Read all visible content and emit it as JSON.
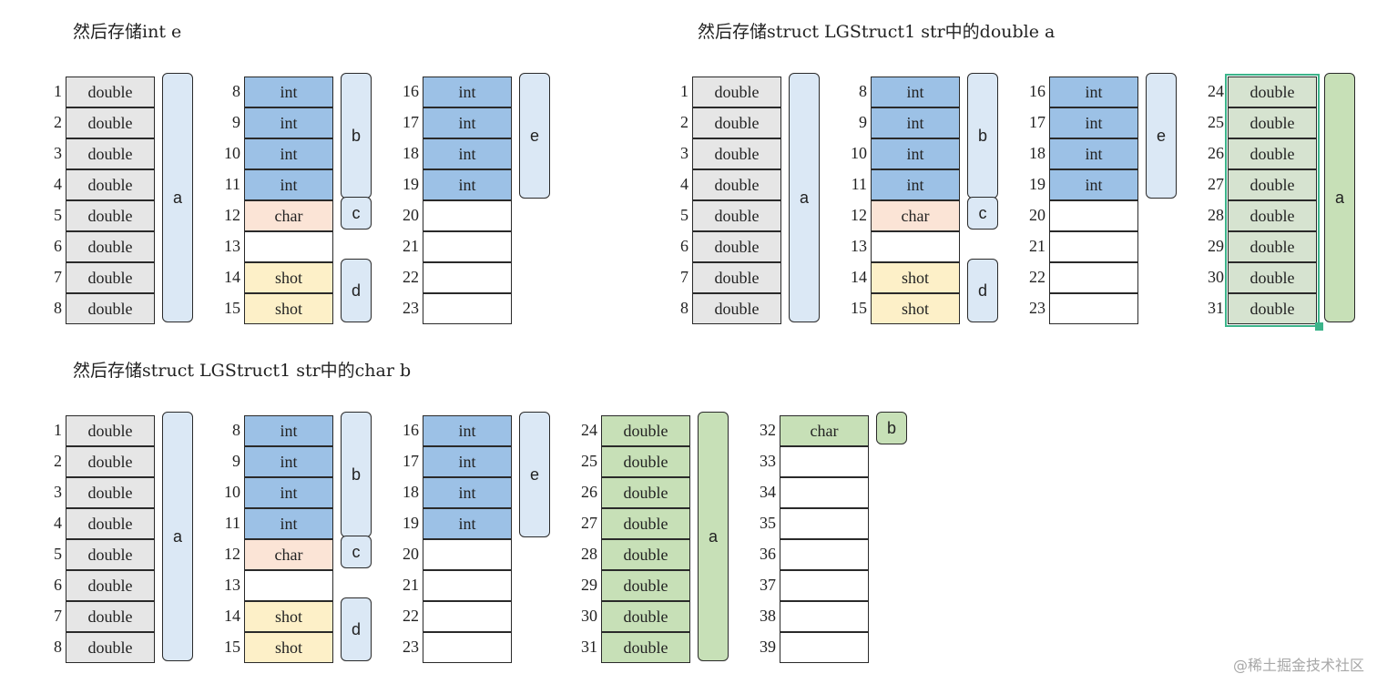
{
  "colors": {
    "double": "#e6e6e6",
    "int": "#9cc1e6",
    "char": "#fbe4d6",
    "shot": "#fdf0c8",
    "empty": "#ffffff",
    "double_a_highlight": "#d6e3d0",
    "double_a": "#c7e0b7",
    "char_b": "#c7e0b7",
    "brace_blue": "#dbe8f5",
    "brace_green": "#c7e0b7",
    "highlight": "#3cb48a"
  },
  "watermark": "@稀土掘金技术社区",
  "panels": [
    {
      "title": "然后存储int e",
      "columns": [
        {
          "cells": [
            {
              "i": "1",
              "label": "double",
              "kind": "double"
            },
            {
              "i": "2",
              "label": "double",
              "kind": "double"
            },
            {
              "i": "3",
              "label": "double",
              "kind": "double"
            },
            {
              "i": "4",
              "label": "double",
              "kind": "double"
            },
            {
              "i": "5",
              "label": "double",
              "kind": "double"
            },
            {
              "i": "6",
              "label": "double",
              "kind": "double"
            },
            {
              "i": "7",
              "label": "double",
              "kind": "double"
            },
            {
              "i": "8",
              "label": "double",
              "kind": "double"
            }
          ],
          "braces": [
            {
              "label": "a",
              "from": 0,
              "to": 7,
              "color": "brace_blue"
            }
          ]
        },
        {
          "cells": [
            {
              "i": "8",
              "label": "int",
              "kind": "int"
            },
            {
              "i": "9",
              "label": "int",
              "kind": "int"
            },
            {
              "i": "10",
              "label": "int",
              "kind": "int"
            },
            {
              "i": "11",
              "label": "int",
              "kind": "int"
            },
            {
              "i": "12",
              "label": "char",
              "kind": "char"
            },
            {
              "i": "13",
              "label": "",
              "kind": "empty"
            },
            {
              "i": "14",
              "label": "shot",
              "kind": "shot"
            },
            {
              "i": "15",
              "label": "shot",
              "kind": "shot"
            }
          ],
          "braces": [
            {
              "label": "b",
              "from": 0,
              "to": 3,
              "color": "brace_blue"
            },
            {
              "label": "c",
              "from": 4,
              "to": 4,
              "color": "brace_blue"
            },
            {
              "label": "d",
              "from": 6,
              "to": 7,
              "color": "brace_blue"
            }
          ]
        },
        {
          "cells": [
            {
              "i": "16",
              "label": "int",
              "kind": "int"
            },
            {
              "i": "17",
              "label": "int",
              "kind": "int"
            },
            {
              "i": "18",
              "label": "int",
              "kind": "int"
            },
            {
              "i": "19",
              "label": "int",
              "kind": "int"
            },
            {
              "i": "20",
              "label": "",
              "kind": "empty"
            },
            {
              "i": "21",
              "label": "",
              "kind": "empty"
            },
            {
              "i": "22",
              "label": "",
              "kind": "empty"
            },
            {
              "i": "23",
              "label": "",
              "kind": "empty"
            }
          ],
          "braces": [
            {
              "label": "e",
              "from": 0,
              "to": 3,
              "color": "brace_blue"
            }
          ]
        }
      ]
    },
    {
      "title": "然后存储struct LGStruct1 str中的double a",
      "columns": [
        {
          "cells": [
            {
              "i": "1",
              "label": "double",
              "kind": "double"
            },
            {
              "i": "2",
              "label": "double",
              "kind": "double"
            },
            {
              "i": "3",
              "label": "double",
              "kind": "double"
            },
            {
              "i": "4",
              "label": "double",
              "kind": "double"
            },
            {
              "i": "5",
              "label": "double",
              "kind": "double"
            },
            {
              "i": "6",
              "label": "double",
              "kind": "double"
            },
            {
              "i": "7",
              "label": "double",
              "kind": "double"
            },
            {
              "i": "8",
              "label": "double",
              "kind": "double"
            }
          ],
          "braces": [
            {
              "label": "a",
              "from": 0,
              "to": 7,
              "color": "brace_blue"
            }
          ]
        },
        {
          "cells": [
            {
              "i": "8",
              "label": "int",
              "kind": "int"
            },
            {
              "i": "9",
              "label": "int",
              "kind": "int"
            },
            {
              "i": "10",
              "label": "int",
              "kind": "int"
            },
            {
              "i": "11",
              "label": "int",
              "kind": "int"
            },
            {
              "i": "12",
              "label": "char",
              "kind": "char"
            },
            {
              "i": "13",
              "label": "",
              "kind": "empty"
            },
            {
              "i": "14",
              "label": "shot",
              "kind": "shot"
            },
            {
              "i": "15",
              "label": "shot",
              "kind": "shot"
            }
          ],
          "braces": [
            {
              "label": "b",
              "from": 0,
              "to": 3,
              "color": "brace_blue"
            },
            {
              "label": "c",
              "from": 4,
              "to": 4,
              "color": "brace_blue"
            },
            {
              "label": "d",
              "from": 6,
              "to": 7,
              "color": "brace_blue"
            }
          ]
        },
        {
          "cells": [
            {
              "i": "16",
              "label": "int",
              "kind": "int"
            },
            {
              "i": "17",
              "label": "int",
              "kind": "int"
            },
            {
              "i": "18",
              "label": "int",
              "kind": "int"
            },
            {
              "i": "19",
              "label": "int",
              "kind": "int"
            },
            {
              "i": "20",
              "label": "",
              "kind": "empty"
            },
            {
              "i": "21",
              "label": "",
              "kind": "empty"
            },
            {
              "i": "22",
              "label": "",
              "kind": "empty"
            },
            {
              "i": "23",
              "label": "",
              "kind": "empty"
            }
          ],
          "braces": [
            {
              "label": "e",
              "from": 0,
              "to": 3,
              "color": "brace_blue"
            }
          ]
        },
        {
          "highlighted": true,
          "cells": [
            {
              "i": "24",
              "label": "double",
              "kind": "double_a_highlight"
            },
            {
              "i": "25",
              "label": "double",
              "kind": "double_a_highlight"
            },
            {
              "i": "26",
              "label": "double",
              "kind": "double_a_highlight"
            },
            {
              "i": "27",
              "label": "double",
              "kind": "double_a_highlight"
            },
            {
              "i": "28",
              "label": "double",
              "kind": "double_a_highlight"
            },
            {
              "i": "29",
              "label": "double",
              "kind": "double_a_highlight"
            },
            {
              "i": "30",
              "label": "double",
              "kind": "double_a_highlight"
            },
            {
              "i": "31",
              "label": "double",
              "kind": "double_a_highlight"
            }
          ],
          "braces": [
            {
              "label": "a",
              "from": 0,
              "to": 7,
              "color": "brace_green"
            }
          ]
        }
      ]
    },
    {
      "title": "然后存储struct LGStruct1 str中的char b",
      "columns": [
        {
          "cells": [
            {
              "i": "1",
              "label": "double",
              "kind": "double"
            },
            {
              "i": "2",
              "label": "double",
              "kind": "double"
            },
            {
              "i": "3",
              "label": "double",
              "kind": "double"
            },
            {
              "i": "4",
              "label": "double",
              "kind": "double"
            },
            {
              "i": "5",
              "label": "double",
              "kind": "double"
            },
            {
              "i": "6",
              "label": "double",
              "kind": "double"
            },
            {
              "i": "7",
              "label": "double",
              "kind": "double"
            },
            {
              "i": "8",
              "label": "double",
              "kind": "double"
            }
          ],
          "braces": [
            {
              "label": "a",
              "from": 0,
              "to": 7,
              "color": "brace_blue"
            }
          ]
        },
        {
          "cells": [
            {
              "i": "8",
              "label": "int",
              "kind": "int"
            },
            {
              "i": "9",
              "label": "int",
              "kind": "int"
            },
            {
              "i": "10",
              "label": "int",
              "kind": "int"
            },
            {
              "i": "11",
              "label": "int",
              "kind": "int"
            },
            {
              "i": "12",
              "label": "char",
              "kind": "char"
            },
            {
              "i": "13",
              "label": "",
              "kind": "empty"
            },
            {
              "i": "14",
              "label": "shot",
              "kind": "shot"
            },
            {
              "i": "15",
              "label": "shot",
              "kind": "shot"
            }
          ],
          "braces": [
            {
              "label": "b",
              "from": 0,
              "to": 3,
              "color": "brace_blue"
            },
            {
              "label": "c",
              "from": 4,
              "to": 4,
              "color": "brace_blue"
            },
            {
              "label": "d",
              "from": 6,
              "to": 7,
              "color": "brace_blue"
            }
          ]
        },
        {
          "cells": [
            {
              "i": "16",
              "label": "int",
              "kind": "int"
            },
            {
              "i": "17",
              "label": "int",
              "kind": "int"
            },
            {
              "i": "18",
              "label": "int",
              "kind": "int"
            },
            {
              "i": "19",
              "label": "int",
              "kind": "int"
            },
            {
              "i": "20",
              "label": "",
              "kind": "empty"
            },
            {
              "i": "21",
              "label": "",
              "kind": "empty"
            },
            {
              "i": "22",
              "label": "",
              "kind": "empty"
            },
            {
              "i": "23",
              "label": "",
              "kind": "empty"
            }
          ],
          "braces": [
            {
              "label": "e",
              "from": 0,
              "to": 3,
              "color": "brace_blue"
            }
          ]
        },
        {
          "cells": [
            {
              "i": "24",
              "label": "double",
              "kind": "double_a"
            },
            {
              "i": "25",
              "label": "double",
              "kind": "double_a"
            },
            {
              "i": "26",
              "label": "double",
              "kind": "double_a"
            },
            {
              "i": "27",
              "label": "double",
              "kind": "double_a"
            },
            {
              "i": "28",
              "label": "double",
              "kind": "double_a"
            },
            {
              "i": "29",
              "label": "double",
              "kind": "double_a"
            },
            {
              "i": "30",
              "label": "double",
              "kind": "double_a"
            },
            {
              "i": "31",
              "label": "double",
              "kind": "double_a"
            }
          ],
          "braces": [
            {
              "label": "a",
              "from": 0,
              "to": 7,
              "color": "brace_green"
            }
          ]
        },
        {
          "cells": [
            {
              "i": "32",
              "label": "char",
              "kind": "char_b"
            },
            {
              "i": "33",
              "label": "",
              "kind": "empty"
            },
            {
              "i": "34",
              "label": "",
              "kind": "empty"
            },
            {
              "i": "35",
              "label": "",
              "kind": "empty"
            },
            {
              "i": "36",
              "label": "",
              "kind": "empty"
            },
            {
              "i": "37",
              "label": "",
              "kind": "empty"
            },
            {
              "i": "38",
              "label": "",
              "kind": "empty"
            },
            {
              "i": "39",
              "label": "",
              "kind": "empty"
            }
          ],
          "braces": [
            {
              "label": "b",
              "from": 0,
              "to": 0,
              "color": "brace_green"
            }
          ]
        }
      ]
    }
  ]
}
